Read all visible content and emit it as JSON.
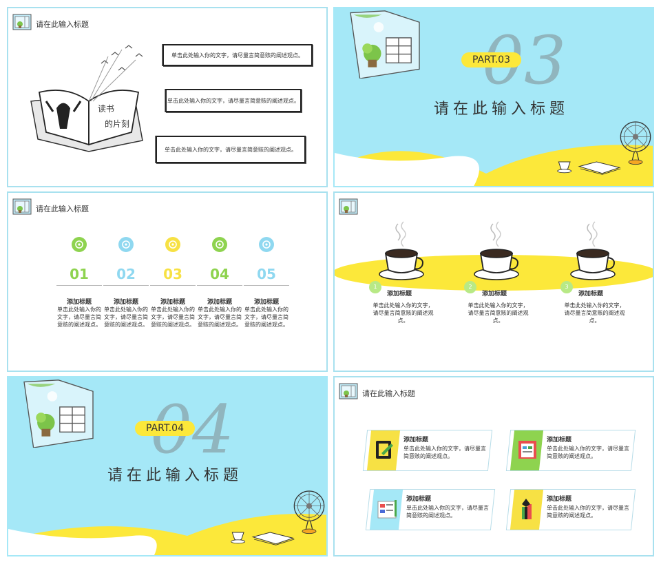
{
  "slide1": {
    "header": "请在此输入标题",
    "book_title": "读书的片刻",
    "boxes": [
      "单击此处输入你的文字，请尽量言简意赅的阐述观点。",
      "单击此处输入你的文字，请尽量言简意赅的阐述观点。",
      "单击此处输入你的文字，请尽量言简意赅的阐述观点。"
    ]
  },
  "slide2": {
    "part_label": "PART.03",
    "big_number": "03",
    "title": "请在此输入标题"
  },
  "slide3": {
    "header": "请在此输入标题",
    "items": [
      {
        "num": "01",
        "title": "添加标题",
        "desc": "单击此处输入你的文字，请尽量言简意赅的阐述观点。",
        "color": "#8ed34f"
      },
      {
        "num": "02",
        "title": "添加标题",
        "desc": "单击此处输入你的文字，请尽量言简意赅的阐述观点。",
        "color": "#8fd8f0"
      },
      {
        "num": "03",
        "title": "添加标题",
        "desc": "单击此处输入你的文字，请尽量言简意赅的阐述观点。",
        "color": "#f7e144"
      },
      {
        "num": "04",
        "title": "添加标题",
        "desc": "单击此处输入你的文字，请尽量言简意赅的阐述观点。",
        "color": "#8ed34f"
      },
      {
        "num": "05",
        "title": "添加标题",
        "desc": "单击此处输入你的文字，请尽量言简意赅的阐述观点。",
        "color": "#8fd8f0"
      }
    ]
  },
  "slide4": {
    "items": [
      {
        "badge": "1",
        "title": "添加标题",
        "desc": "单击此处输入你的文字，请尽量言简意赅的阐述观点。"
      },
      {
        "badge": "2",
        "title": "添加标题",
        "desc": "单击此处输入你的文字，请尽量言简意赅的阐述观点。"
      },
      {
        "badge": "3",
        "title": "添加标题",
        "desc": "单击此处输入你的文字，请尽量言简意赅的阐述观点。"
      }
    ]
  },
  "slide5": {
    "part_label": "PART.04",
    "big_number": "04",
    "title": "请在此输入标题"
  },
  "slide6": {
    "header": "请在此输入标题",
    "cards": [
      {
        "title": "添加标题",
        "desc": "单击此处输入你的文字，请尽量言简意赅的阐述观点。",
        "color": "#f7e144",
        "icon": "notebook-icon"
      },
      {
        "title": "添加标题",
        "desc": "单击此处输入你的文字，请尽量言简意赅的阐述观点。",
        "color": "#8ed34f",
        "icon": "document-icon"
      },
      {
        "title": "添加标题",
        "desc": "单击此处输入你的文字，请尽量言简意赅的阐述观点。",
        "color": "#a5e8f7",
        "icon": "report-icon"
      },
      {
        "title": "添加标题",
        "desc": "单击此处输入你的文字，请尽量言简意赅的阐述观点。",
        "color": "#f7e144",
        "icon": "pen-icon"
      }
    ]
  }
}
